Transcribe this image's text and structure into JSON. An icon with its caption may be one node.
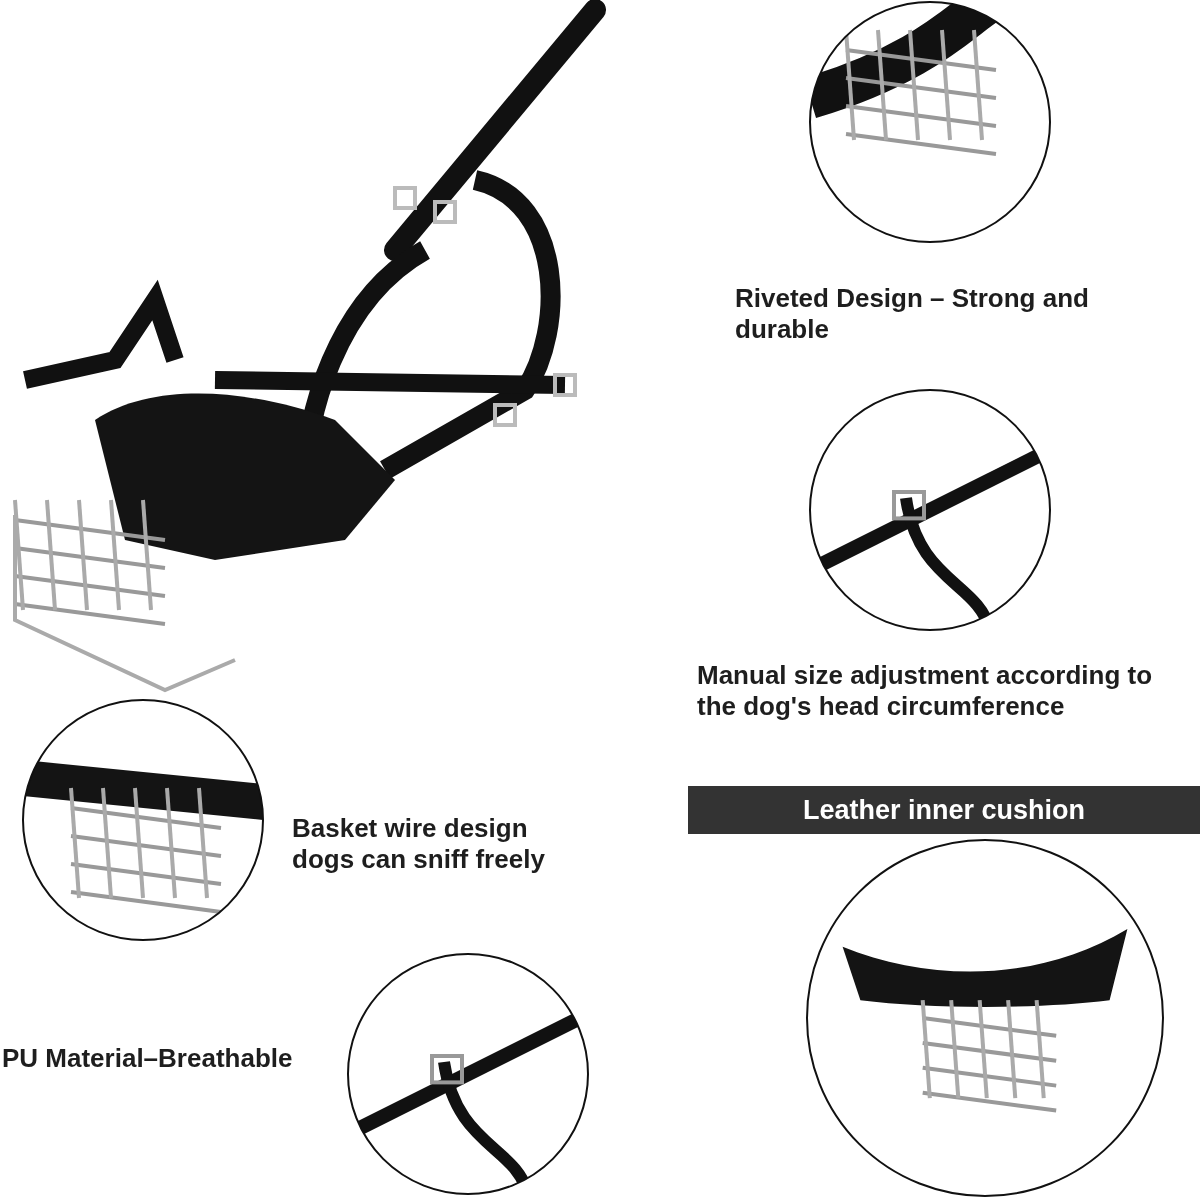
{
  "diagram": {
    "nodes": [
      {
        "text": [],
        "shape": "picture"
      },
      {
        "text": [],
        "shape": "picture",
        "beside": [
          "Riveted Design – Strong and durable"
        ]
      },
      {
        "text": [],
        "shape": "picture",
        "beside": [
          "Manual size adjustment according to the dog's head circumference"
        ]
      },
      {
        "text": [],
        "shape": "picture",
        "beside": [
          "Basket wire design dogs can sniff freely"
        ]
      },
      {
        "text": [
          "Leather inner cushion"
        ]
      },
      {
        "text": [],
        "shape": "picture"
      },
      {
        "text": [],
        "shape": "picture",
        "beside": [
          "PU Material–Breathable"
        ]
      }
    ]
  }
}
